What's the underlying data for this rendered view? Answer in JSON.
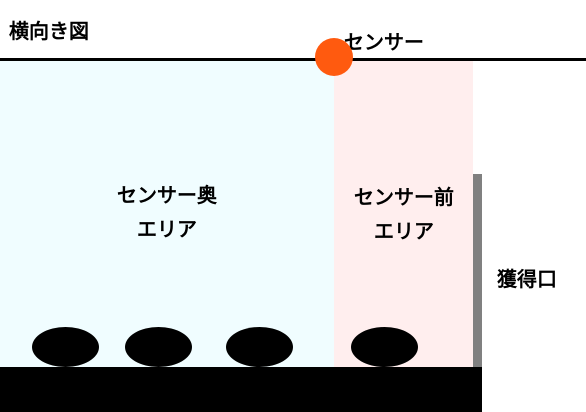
{
  "diagram": {
    "title": "横向き図",
    "sensor": {
      "label": "センサー",
      "color": "#ff5a0f"
    },
    "zones": {
      "back": {
        "line1": "センサー奥",
        "line2": "エリア",
        "color": "#f0fdff"
      },
      "front": {
        "line1": "センサー前",
        "line2": "エリア",
        "color": "#ffeeee"
      }
    },
    "outlet": {
      "label": "獲得口",
      "wall_color": "#808080"
    },
    "items": [
      {
        "name": "item-1",
        "color": "#000000"
      },
      {
        "name": "item-2",
        "color": "#000000"
      },
      {
        "name": "item-3",
        "color": "#000000"
      },
      {
        "name": "item-4",
        "color": "#000000"
      }
    ],
    "floor_color": "#000000",
    "line_color": "#000000"
  }
}
